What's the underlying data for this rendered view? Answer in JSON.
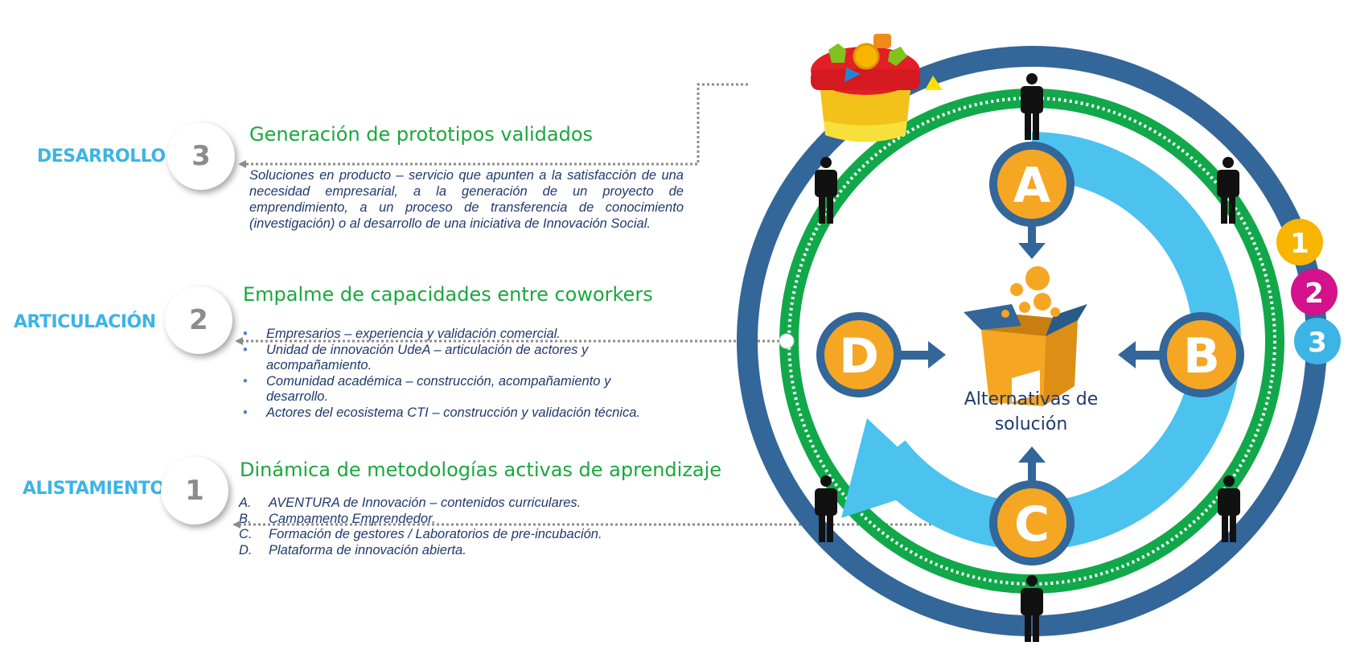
{
  "stages": [
    {
      "name": "DESARROLLO",
      "number": "3",
      "title": "Generación de prototipos validados",
      "description": "Soluciones en producto – servicio que apunten a la satisfacción de una necesidad empresarial, a la generación de un proyecto de emprendimiento, a un proceso de transferencia de conocimiento (investigación) o al desarrollo de una iniciativa de Innovación Social."
    },
    {
      "name": "ARTICULACIÓN",
      "number": "2",
      "title": "Empalme de capacidades entre coworkers",
      "items": [
        "Empresarios – experiencia y validación comercial.",
        "Unidad de innovación UdeA – articulación de actores y acompañamiento.",
        "Comunidad académica – construcción, acompañamiento y desarrollo.",
        "Actores del ecosistema CTI – construcción y validación técnica."
      ]
    },
    {
      "name": "ALISTAMIENTO",
      "number": "1",
      "title": "Dinámica de metodologías activas de aprendizaje",
      "items": [
        {
          "marker": "A.",
          "text": "AVENTURA de Innovación – contenidos curriculares."
        },
        {
          "marker": "B.",
          "text": "Campamento Emprendedor."
        },
        {
          "marker": "C.",
          "text": "Formación de gestores / Laboratorios de pre-incubación."
        },
        {
          "marker": "D.",
          "text": "Plataforma de innovación abierta."
        }
      ]
    }
  ],
  "diagram": {
    "center_label_line1": "Alternativas de",
    "center_label_line2": "solución",
    "nodes": [
      "A",
      "B",
      "C",
      "D"
    ],
    "ring_badges": [
      {
        "label": "1",
        "color": "#f7b500"
      },
      {
        "label": "2",
        "color": "#d3128c"
      },
      {
        "label": "3",
        "color": "#3cb4e6"
      }
    ],
    "colors": {
      "outer_ring": "#336699",
      "green_ring": "#11a84a",
      "cycle_arrow": "#4cc2ef",
      "node_fill": "#f5a623",
      "node_border": "#336699",
      "box": "#f5a623"
    }
  }
}
